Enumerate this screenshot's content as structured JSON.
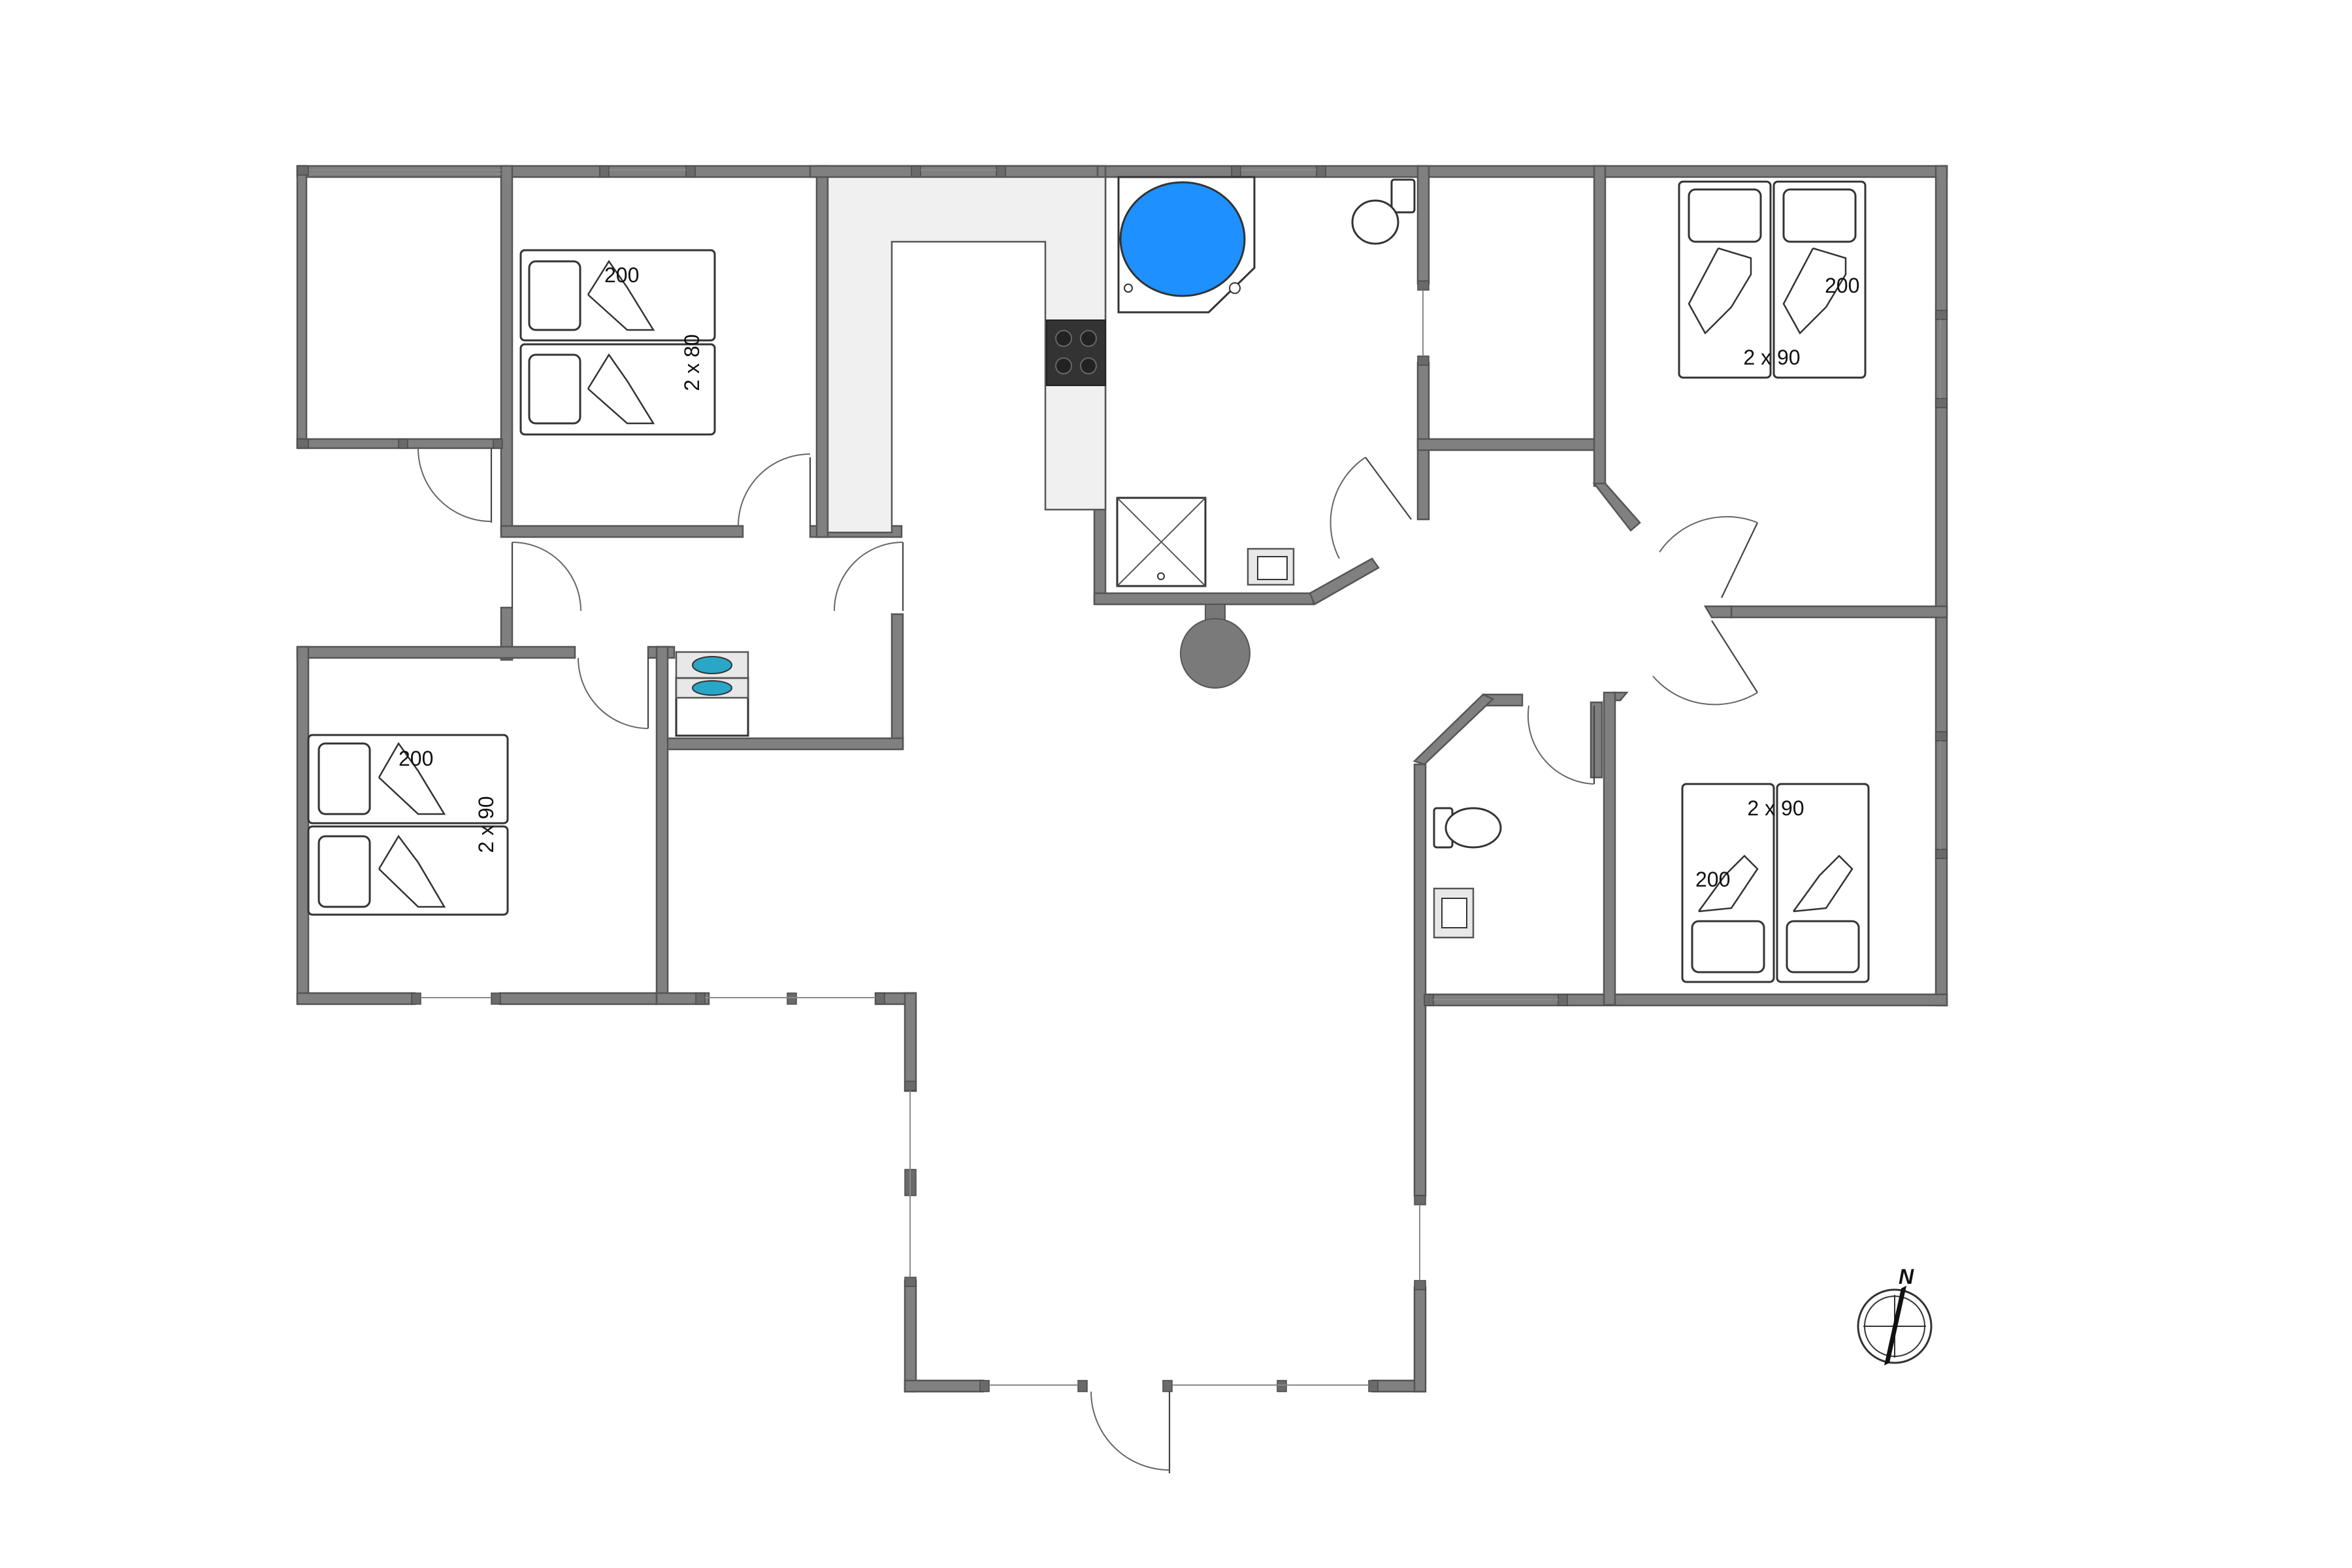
{
  "colors": {
    "wall": "#808080",
    "background": "#ffffff",
    "bathtub_water": "#1e90ff",
    "counter": "#f0f0f0",
    "stove": "#333333"
  },
  "bedrooms": [
    {
      "id": "bedroom-north-west",
      "length_label": "200",
      "width_label": "2 x 80"
    },
    {
      "id": "bedroom-south-west",
      "length_label": "200",
      "width_label": "2 x 90"
    },
    {
      "id": "bedroom-north-east",
      "length_label": "200",
      "width_label": "2 x 90"
    },
    {
      "id": "bedroom-south-east",
      "length_label": "200",
      "width_label": "2 x 90"
    }
  ],
  "compass": {
    "label": "N"
  },
  "icons": {
    "compass": "compass-rose-icon",
    "bathtub": "corner-bathtub-icon",
    "toilet": "toilet-icon",
    "shower": "shower-tray-icon",
    "sink": "wash-basin-icon",
    "stove": "cooktop-icon",
    "fireplace": "stove-fireplace-icon",
    "washer": "washing-machine-icon",
    "dryer": "tumble-dryer-icon"
  }
}
